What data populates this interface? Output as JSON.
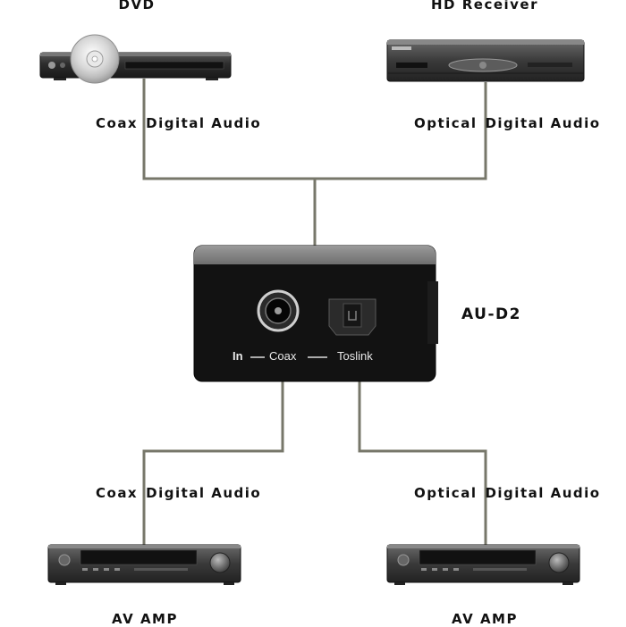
{
  "devices": {
    "dvd": {
      "label": "DVD"
    },
    "hd_receiver": {
      "label": "HD Receiver"
    },
    "converter": {
      "label": "AU-D2"
    },
    "amp_left": {
      "label": "AV AMP"
    },
    "amp_right": {
      "label": "AV AMP"
    }
  },
  "connections": {
    "top_left": {
      "word1": "Coax",
      "word2": "Digital Audio"
    },
    "top_right": {
      "word1": "Optical",
      "word2": "Digital Audio"
    },
    "bottom_left": {
      "word1": "Coax",
      "word2": "Digital Audio"
    },
    "bottom_right": {
      "word1": "Optical",
      "word2": "Digital Audio"
    }
  },
  "converter_panel": {
    "in_label": "In",
    "coax_label": "Coax",
    "toslink_label": "Toslink"
  },
  "colors": {
    "cable": "#77776a",
    "device_body": "#2e2e2e",
    "converter_body": "#121212",
    "converter_band": "#8a8a8a"
  }
}
